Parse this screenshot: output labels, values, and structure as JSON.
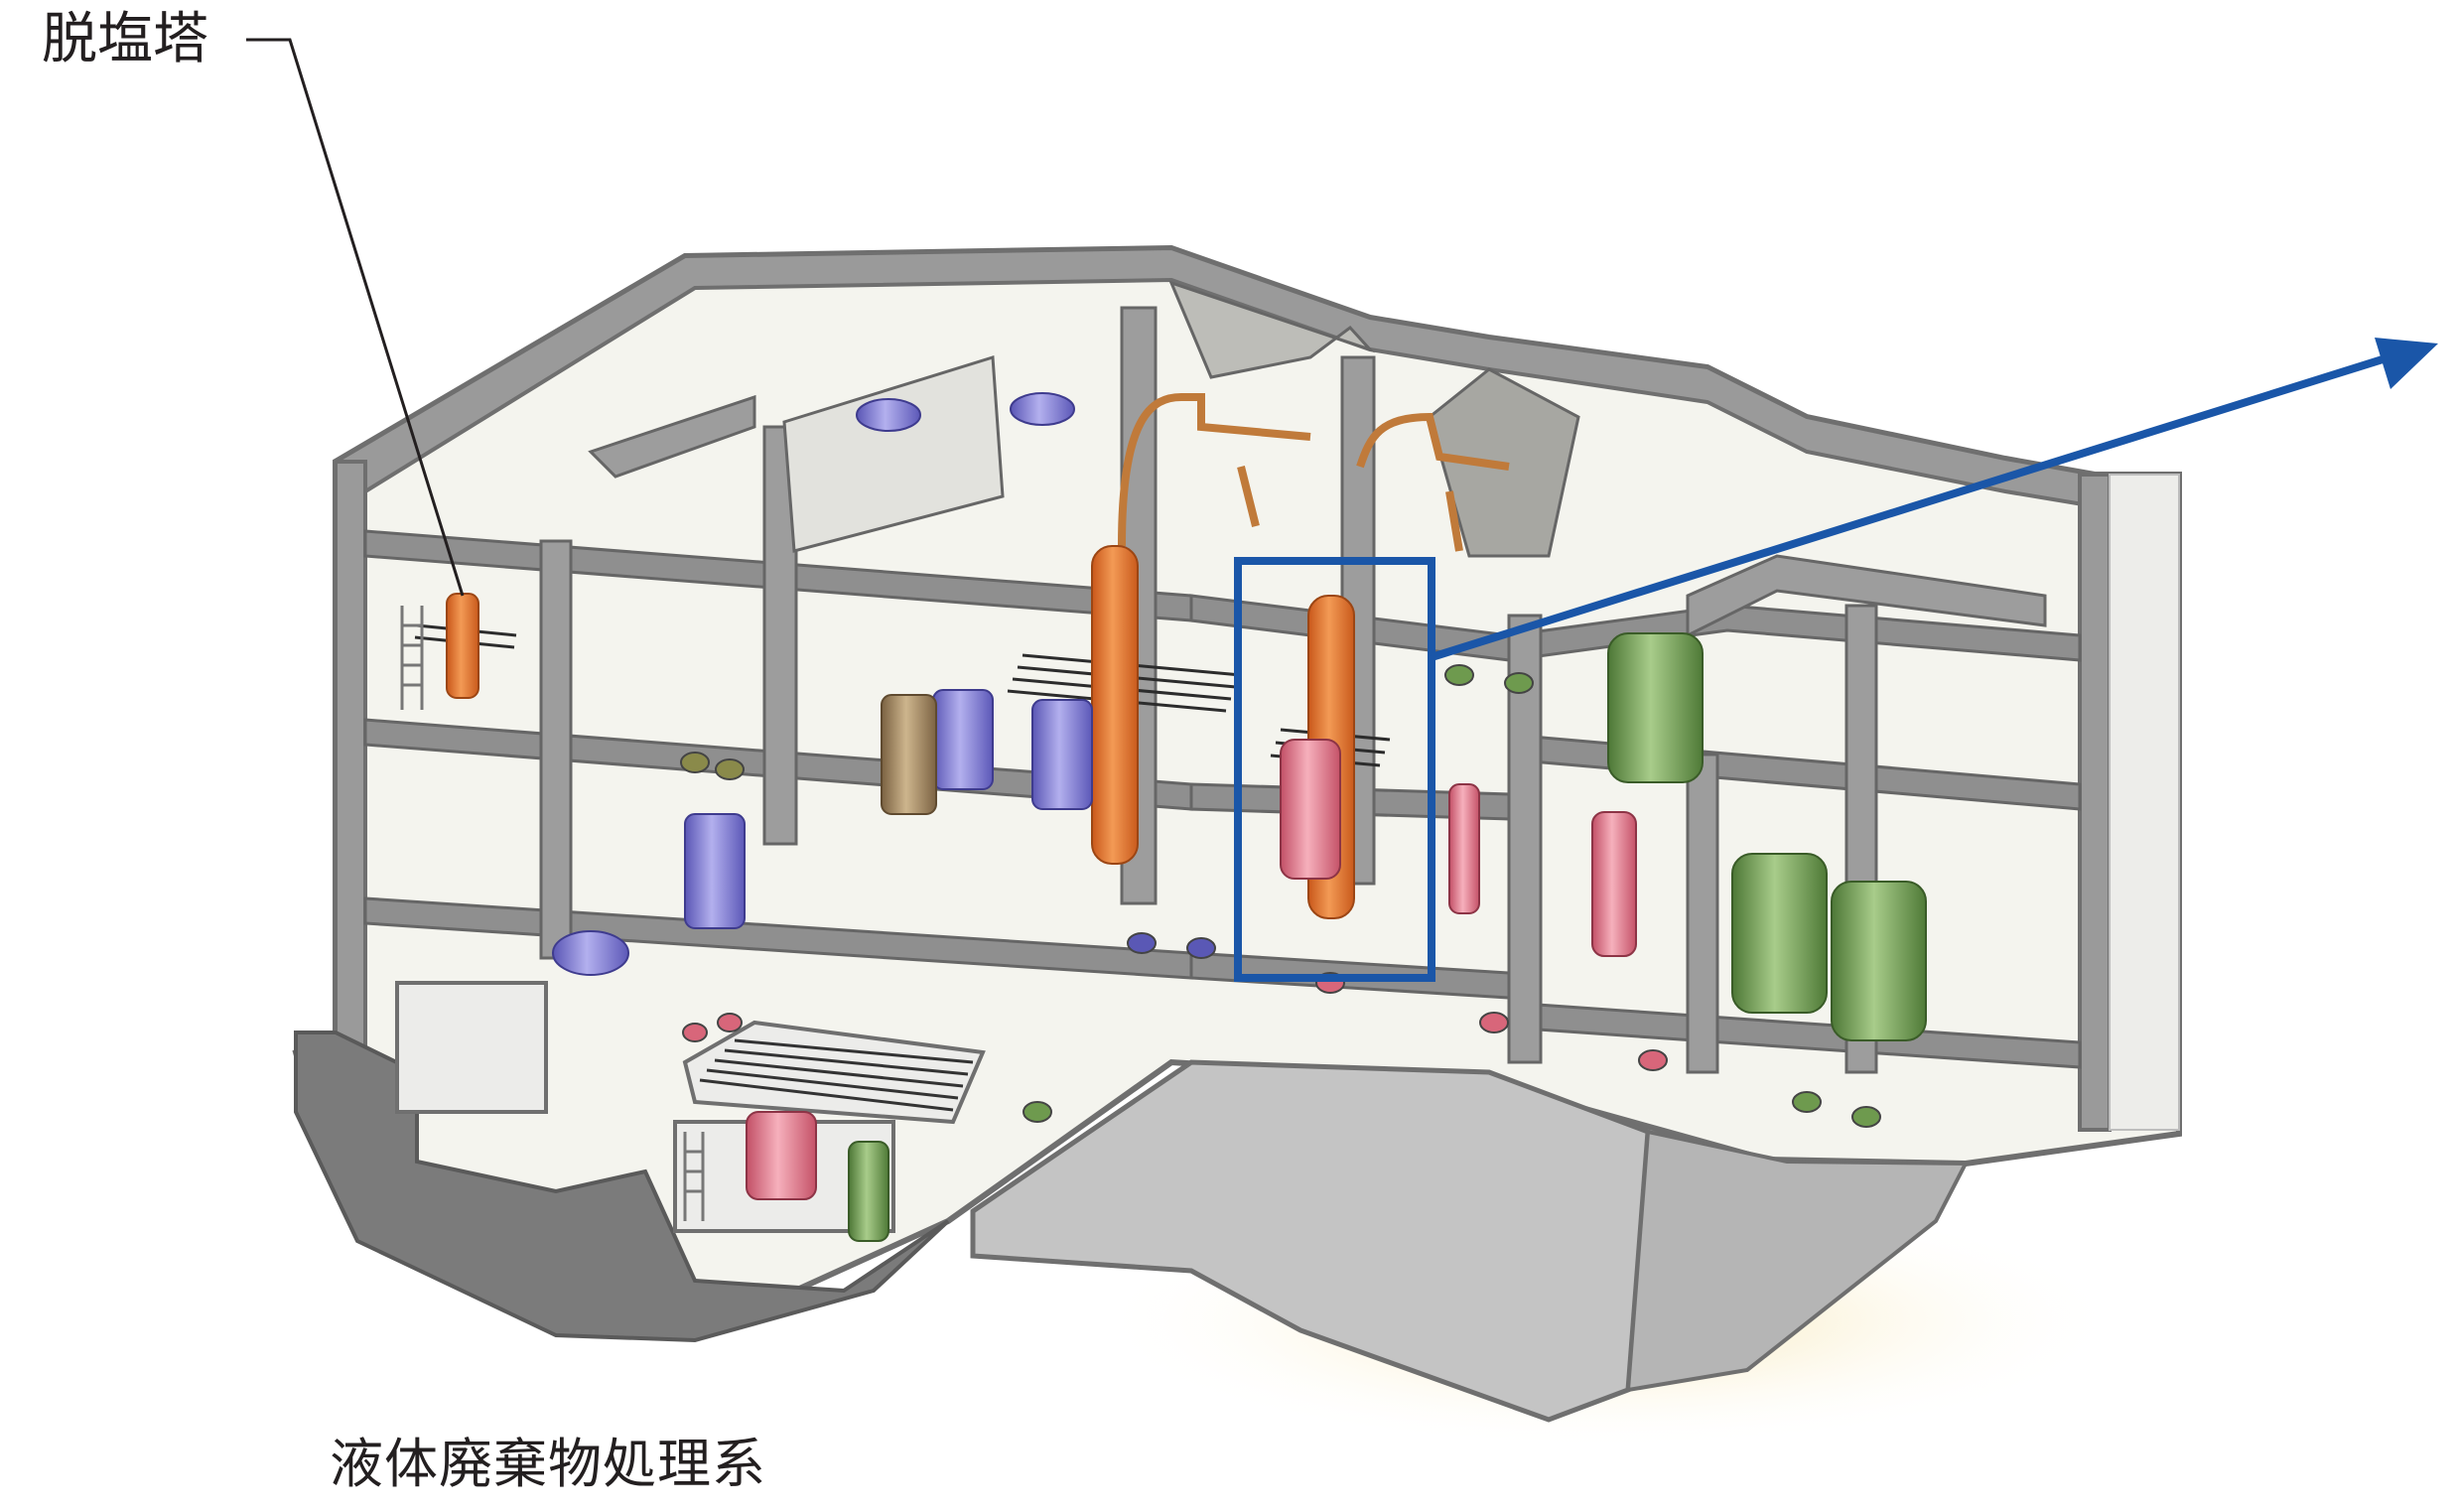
{
  "labels": {
    "callout": "脱塩塔",
    "caption": "液体廃棄物処理系"
  },
  "colors": {
    "concrete": "#8c8c8c",
    "concrete_dark": "#6f6f6f",
    "floor": "#f4f4ee",
    "column_orange": "#e8762c",
    "tank_blue": "#7b78cf",
    "tank_green": "#6e9a4e",
    "tank_pink": "#e3768a",
    "tank_brown": "#a0855e",
    "highlight_frame": "#1a56a8",
    "arrow": "#1a56a8",
    "ground_glow": "#f7e6b0",
    "text": "#231f20"
  },
  "icons": {
    "highlight": "rectangle-frame",
    "pointer": "arrow-right-up"
  }
}
